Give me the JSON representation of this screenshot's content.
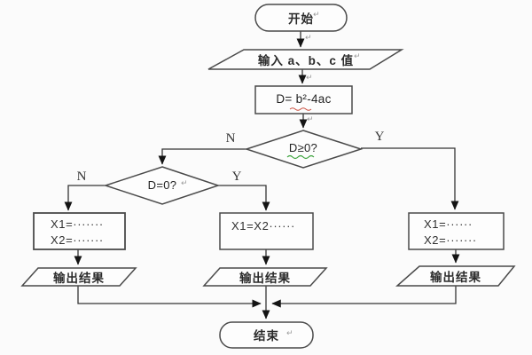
{
  "flowchart": {
    "start": "开始",
    "input": "输入 a、b、c 值",
    "process": "D= b²-4ac",
    "decision1": "D≥0?",
    "decision2": "D=0?",
    "branch": {
      "n1": "N",
      "y1": "Y",
      "n2": "N",
      "y2": "Y"
    },
    "box_left": {
      "line1": "X1=·······",
      "line2": "X2=·······"
    },
    "box_mid": {
      "line1": "X1=X2······"
    },
    "box_right": {
      "line1": "X1=······",
      "line2": "X2=·······"
    },
    "output_left": "输出结果",
    "output_mid": "输出结果",
    "output_right": "输出结果",
    "end": "结束",
    "return_mark": "↵"
  },
  "colors": {
    "background": "#fbfbfb",
    "shape_border": "#4a4a4a",
    "connector_line": "#343434",
    "arrowhead": "#141414",
    "text": "#242424",
    "spellcheck_green": "#3aa23a",
    "spellcheck_red": "#c94b3b",
    "artifact_gray": "#9a9a9a"
  }
}
